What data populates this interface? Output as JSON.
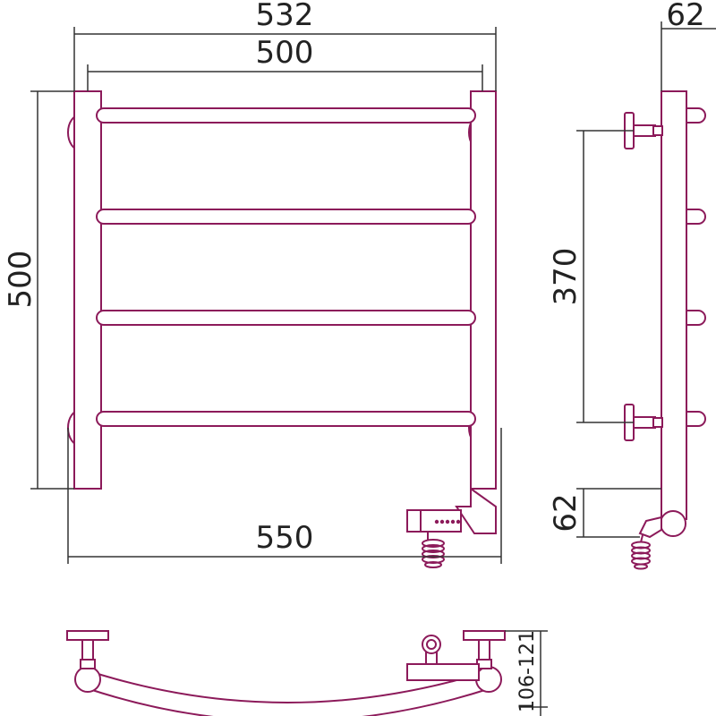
{
  "colors": {
    "outline": "#8c1a5a",
    "dimension_line": "#333333",
    "text": "#222222",
    "background": "#ffffff"
  },
  "dimensions": {
    "total_width": "532",
    "rail_spacing": "500",
    "total_height": "500",
    "mount_width": "550",
    "depth": "62",
    "mount_spacing": "370",
    "bottom_offset": "62",
    "wall_distance": "106-121"
  }
}
